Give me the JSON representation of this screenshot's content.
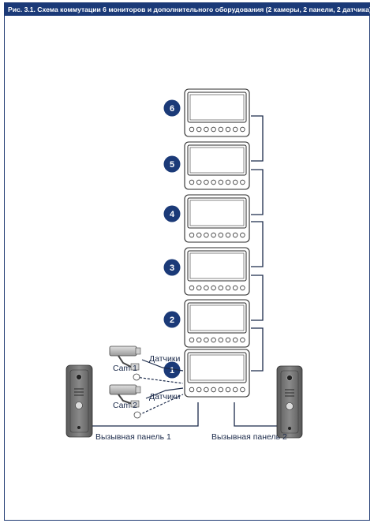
{
  "figure": {
    "caption": "Рис. 3.1. Схема коммутации 6 мониторов и дополнительного оборудования (2 камеры, 2 панели, 2 датчика)"
  },
  "monitors": [
    {
      "number": "6"
    },
    {
      "number": "5"
    },
    {
      "number": "4"
    },
    {
      "number": "3"
    },
    {
      "number": "2"
    },
    {
      "number": "1"
    }
  ],
  "cameras": [
    {
      "label": "Cam 1",
      "sensor_label": "Датчики"
    },
    {
      "label": "Cam 2",
      "sensor_label": "Датчики"
    }
  ],
  "panels": [
    {
      "label": "Вызывная панель 1"
    },
    {
      "label": "Вызывная панель 2"
    }
  ],
  "colors": {
    "accent": "#1b3a78",
    "line": "#1b2a4a",
    "device_body": "#6f6f6f"
  }
}
